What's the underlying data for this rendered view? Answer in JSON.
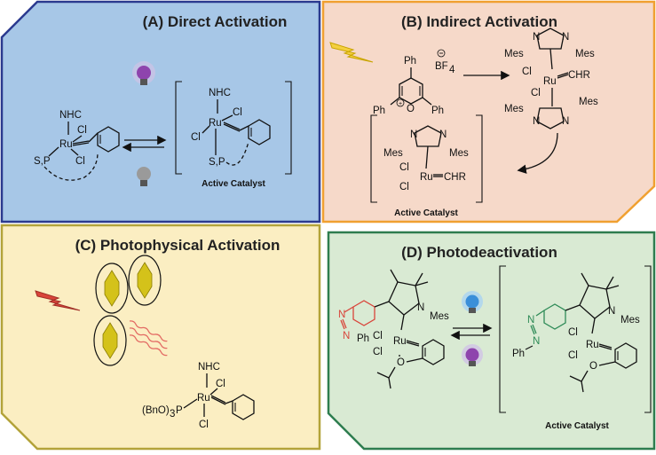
{
  "panels": {
    "a": {
      "title": "(A) Direct Activation",
      "caption": "Active Catalyst",
      "atoms": {
        "nhc": "NHC",
        "ru": "Ru",
        "cl": "Cl",
        "sp": "S,P"
      },
      "fill": "#a7c7e7",
      "border": "#2b3a8f"
    },
    "b": {
      "title": "(B) Indirect Activation",
      "caption": "Active Catalyst",
      "atoms": {
        "ph": "Ph",
        "bf": "BF",
        "four": "4",
        "o": "O",
        "mes": "Mes",
        "n": "N",
        "ru": "Ru",
        "cl": "Cl",
        "chr": "CHR"
      },
      "fill": "#f6d9c9",
      "border": "#f0a030"
    },
    "c": {
      "title": "(C) Photophysical Activation",
      "atoms": {
        "nhc": "NHC",
        "ru": "Ru",
        "cl": "Cl",
        "bno": "(BnO)",
        "three": "3",
        "p": "P"
      },
      "fill": "#fbeec2",
      "border": "#b3a33a"
    },
    "d": {
      "title": "(D) Photodeactivation",
      "caption": "Active Catalyst",
      "atoms": {
        "n": "N",
        "ph": "Ph",
        "mes": "Mes",
        "ru": "Ru",
        "cl": "Cl",
        "o": "O"
      },
      "fill": "#d9ead3",
      "border": "#2e7d4f"
    }
  },
  "colors": {
    "bulb_purple": "#8e44ad",
    "bulb_blue": "#3a8fd9",
    "bulb_gray": "#9a9a9a",
    "lightning_yellow": "#f4d03f",
    "lightning_red": "#d9443a",
    "azo_red": "#d9443a",
    "azo_green": "#2e8b57",
    "crystal_yellow": "#d4c21a"
  },
  "icons": [
    "lightbulb-icon",
    "lightning-bolt-icon",
    "crystal-icon",
    "wavy-light-rays-icon"
  ]
}
